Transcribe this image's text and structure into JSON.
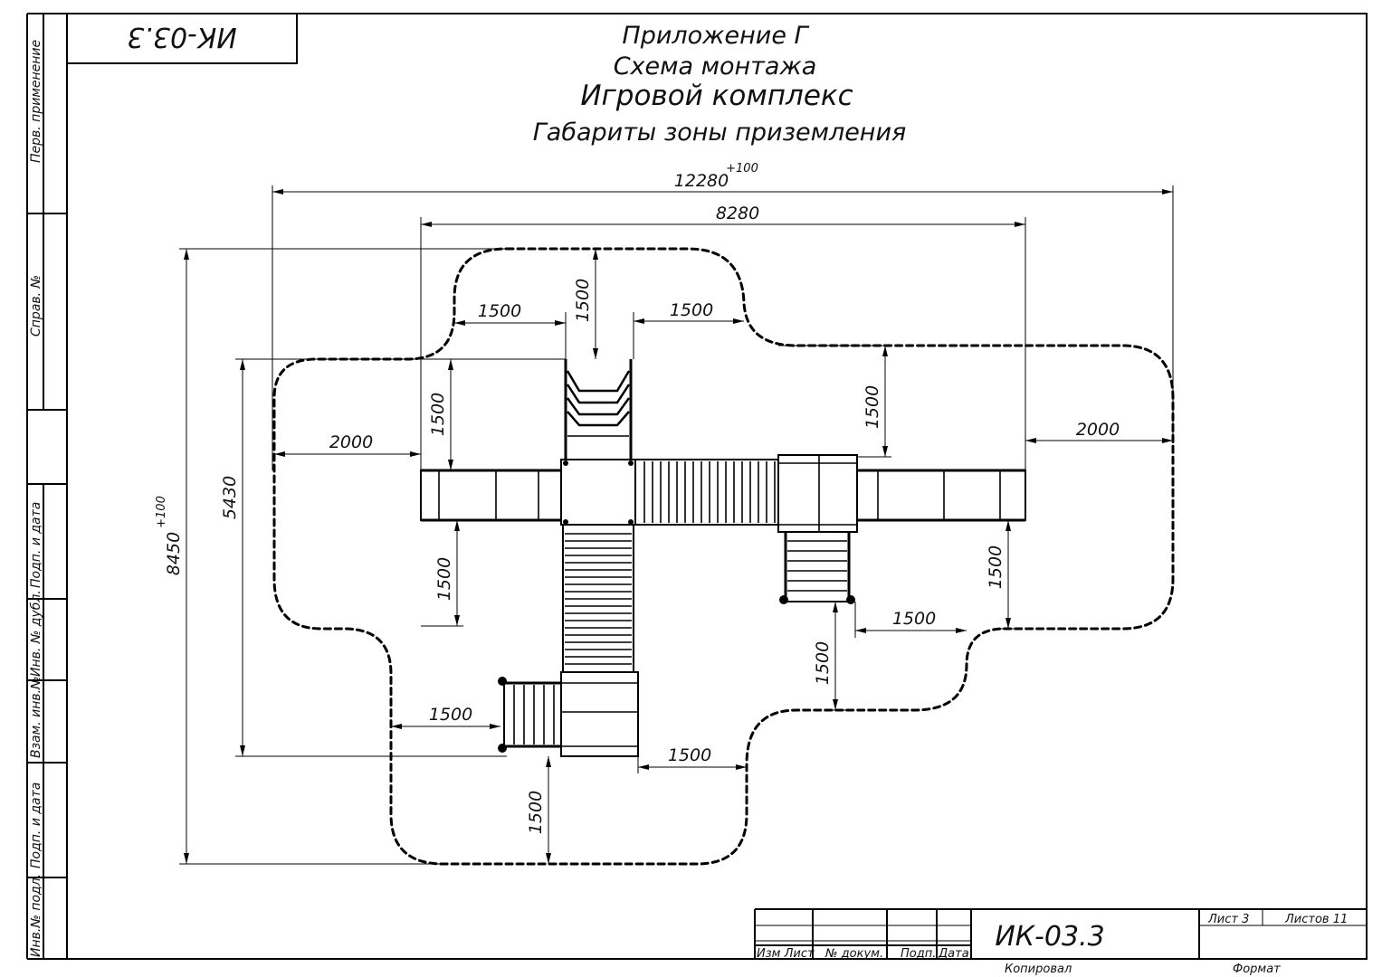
{
  "title": {
    "appendix": "Приложение Г",
    "scheme": "Схема монтажа",
    "object": "Игровой комплекс",
    "subtitle": "Габариты зоны приземления"
  },
  "doc_code": "ИК-03.3",
  "doc_code_rotated": "ИК-03.3",
  "dimensions": {
    "overall_width": "12280",
    "overall_width_tol": "+100",
    "complex_width": "8280",
    "overall_height": "8450",
    "overall_height_tol": "+100",
    "complex_height": "5430",
    "top_left_offset": "1500",
    "top_vertical": "1500",
    "top_right_offset": "1500",
    "left_upper_vertical": "1500",
    "right_upper_vertical": "1500",
    "left_side": "2000",
    "right_side": "2000",
    "left_lower_vertical": "1500",
    "right_lower_vertical": "1500",
    "stair_right_horizontal": "1500",
    "stair_right_vertical": "1500",
    "bottom_left_horizontal": "1500",
    "bottom_right_horizontal": "1500",
    "bottom_vertical": "1500"
  },
  "side_stamp": {
    "perv_primenenie": "Перв. применение",
    "sprav_no": "Справ. №",
    "podp_data_1": "Подп. и дата",
    "inv_no_dubl": "Инв. № дубл.",
    "vzam_inv_no": "Взам. инв.№",
    "podp_data_2": "Подп. и дата",
    "inv_no_podl": "Инв.№ подл."
  },
  "title_block": {
    "code": "ИК-03.3",
    "izm": "Изм",
    "list": "Лист",
    "n_dokum": "№ докум.",
    "podp": "Подп.",
    "data": "Дата",
    "list_label": "Лист 3",
    "listov_label": "Листов 11",
    "kopiroval": "Копировал",
    "format": "Формат"
  }
}
